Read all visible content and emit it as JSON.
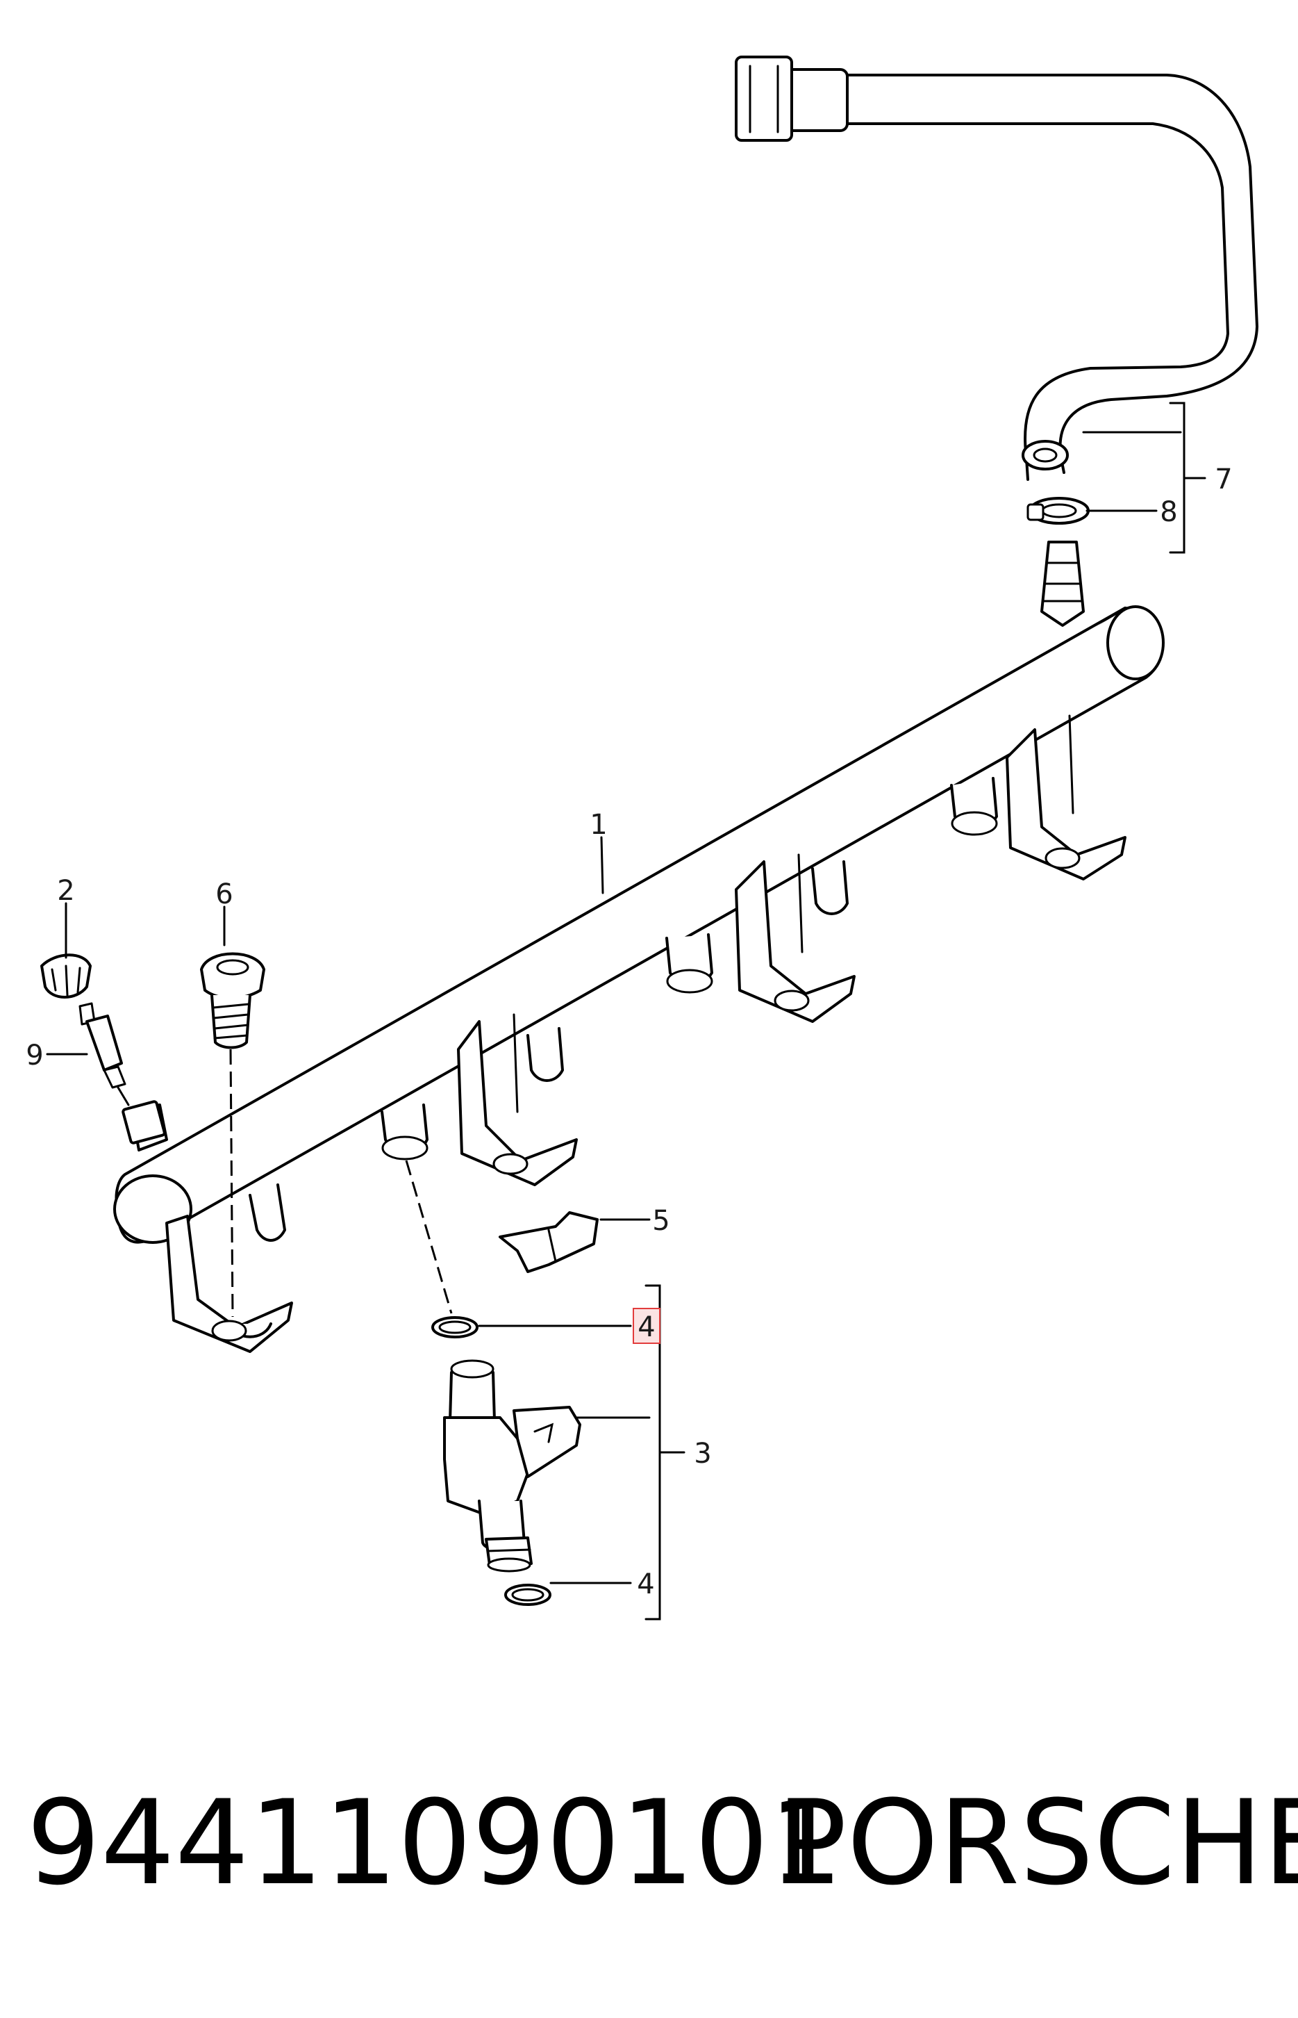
{
  "diagram": {
    "callouts": {
      "c1": "1",
      "c2": "2",
      "c3": "3",
      "c4_top": "4",
      "c4_bottom": "4",
      "c5": "5",
      "c6": "6",
      "c7": "7",
      "c8": "8",
      "c9": "9"
    },
    "highlight_color": "#e23c3c"
  },
  "footer": {
    "part_number": "94411090101",
    "brand": "PORSCHE"
  }
}
